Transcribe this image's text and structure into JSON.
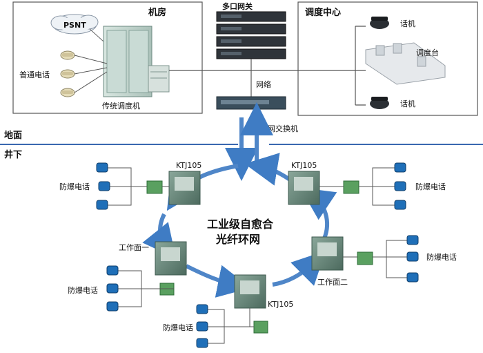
{
  "boxes": {
    "machine_room": "机房",
    "dispatch_center": "调度中心"
  },
  "labels": {
    "psnt": "PSNT",
    "ordinary_phone": "普通电话",
    "legacy_switch": "传统调度机",
    "gateway": "多口网关",
    "network": "网络",
    "ring_switch": "环网交换机",
    "phone_top": "话机",
    "phone_bottom": "话机",
    "console": "调度台",
    "surface": "地面",
    "underground": "井下",
    "ring_line1": "工业级自愈合",
    "ring_line2": "光纤环网",
    "ktj_tl": "KTJ105",
    "ktj_tr": "KTJ105",
    "ktj_bottom": "KTJ105",
    "face_one": "工作面一",
    "face_two": "工作面二",
    "exphone_tl": "防爆电话",
    "exphone_tr": "防爆电话",
    "exphone_l": "防爆电话",
    "exphone_r": "防爆电话",
    "exphone_b": "防爆电话"
  },
  "colors": {
    "line": "#3a68b0",
    "ring_arrow": "#4f86c8",
    "cabinet": "#5d7a70",
    "phone": "#1f6fb8",
    "terminal": "#5aa060"
  }
}
